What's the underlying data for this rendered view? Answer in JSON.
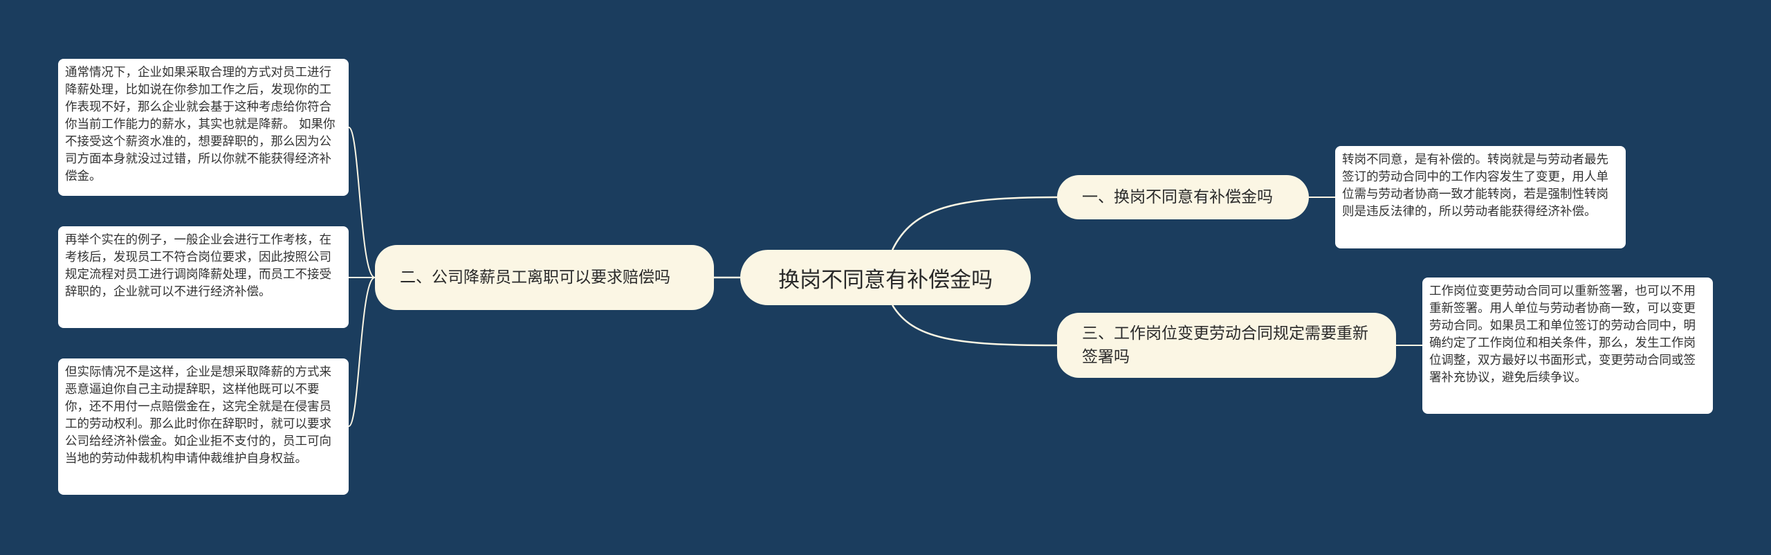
{
  "mindmap": {
    "root": {
      "label": "换岗不同意有补偿金吗"
    },
    "branches": [
      {
        "label": "一、换岗不同意有补偿金吗",
        "details": [
          "转岗不同意，是有补偿的。转岗就是与劳动者最先签订的劳动合同中的工作内容发生了变更，用人单位需与劳动者协商一致才能转岗，若是强制性转岗则是违反法律的，所以劳动者能获得经济补偿。"
        ]
      },
      {
        "label": "二、公司降薪员工离职可以要求赔偿吗",
        "details": [
          "通常情况下，企业如果采取合理的方式对员工进行降薪处理，比如说在你参加工作之后，发现你的工作表现不好，那么企业就会基于这种考虑给你符合你当前工作能力的薪水，其实也就是降薪。 如果你不接受这个薪资水准的，想要辞职的，那么因为公司方面本身就没过过错，所以你就不能获得经济补偿金。",
          "再举个实在的例子，一般企业会进行工作考核，在考核后，发现员工不符合岗位要求，因此按照公司规定流程对员工进行调岗降薪处理，而员工不接受辞职的，企业就可以不进行经济补偿。",
          "但实际情况不是这样，企业是想采取降薪的方式来恶意逼迫你自己主动提辞职，这样他既可以不要你，还不用付一点赔偿金在，这完全就是在侵害员工的劳动权利。那么此时你在辞职时，就可以要求公司给经济补偿金。如企业拒不支付的，员工可向当地的劳动仲裁机构申请仲裁维护自身权益。"
        ]
      },
      {
        "label": "三、工作岗位变更劳动合同规定需要重新签署吗",
        "details": [
          "工作岗位变更劳动合同可以重新签署，也可以不用重新签署。用人单位与劳动者协商一致，可以变更劳动合同。如果员工和单位签订的劳动合同中，明确约定了工作岗位和相关条件，那么，发生工作岗位调整，双方最好以书面形式，变更劳动合同或签署补充协议，避免后续争议。"
        ]
      }
    ]
  },
  "colors": {
    "background": "#1b3d5e",
    "node_fill": "#fbf6e4",
    "leaf_fill": "#ffffff",
    "connector": "#fbf6e4"
  }
}
